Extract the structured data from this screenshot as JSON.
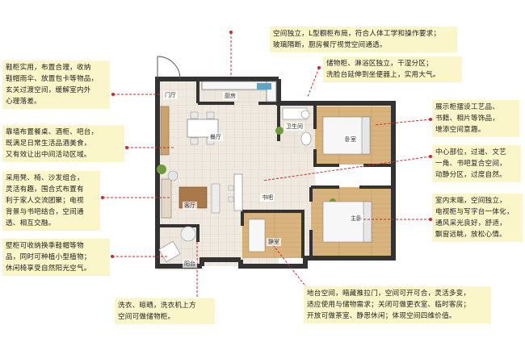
{
  "annotations": {
    "kitchen_top": "空间独立，L型橱柜布局，符合人体工学和操作要求；\n玻璃隔断，厨房餐厅视觉空间通透。",
    "storage_top": "储物柜、淋浴区独立，干湿分区；\n洗脸台延伸到坐便器上，实用大气。",
    "entry_left": "鞋柜实用，布置合理，收纳\n鞋帽雨伞、放置包卡等物品，\n玄关过渡空间，缓解室内外\n心理落差。",
    "dining_left": "靠墙布置餐桌、酒柜、吧台，\n既满足日常生活品酒美食，\n又有效让出中间活动区域。",
    "living_left": "采用凳、椅、沙发组合，\n灵活有趣，围合式布置有\n利于家人交流团聚；电视\n背景与书吧结合，空间通\n透、相互交融。",
    "balcony_left": "壁柜可收纳换季鞋帽等物\n品，同时可种植小型植物；\n休闲椅享受自然阳光空气。",
    "laundry_bottom": "洗衣、晾晒，洗衣机上方\n空间可做储物柜。",
    "bedroom_right": "展示柜摆设工艺品、\n书籍、相片等饰品，\n增添空间意趣。",
    "corridor_right": "中心部位，过道、文艺\n一角、书吧复合空间，\n动静分区，过度自然。",
    "master_right": "室内末端，空间独立，\n电视柜与写字台一体化，\n通风采光良好，舒适，\n飘窗远眺，放松心情。",
    "study_bottom": "地台空间，暗藏推拉门，空间可开可合，灵活多变，\n适应使用与储物需求；关闭可做更衣室、临时客房；\n开放可做茶室、静思休闲；体现空间四维价值。"
  },
  "rooms": {
    "entry": "门厅",
    "kitchen": "厨房",
    "dining": "餐厅",
    "bath": "卫生间",
    "bedroom": "卧室",
    "living": "客厅",
    "bar": "书吧",
    "master": "主卧",
    "study": "静室",
    "balcony": "阳台"
  },
  "colors": {
    "note_bg": "#fbf6c9",
    "leader": "#d6262a",
    "wall": "#333333",
    "floor_wood": "#d6b27c",
    "floor_tile": "#eee8de"
  }
}
